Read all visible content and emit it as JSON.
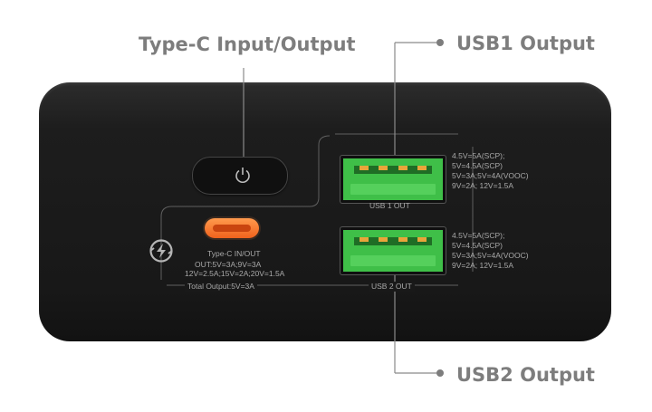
{
  "callouts": {
    "typec": "Type-C Input/Output",
    "usb1": "USB1 Output",
    "usb2": "USB2 Output"
  },
  "ports": {
    "usb1_label": "USB 1 OUT",
    "usb2_label": "USB 2 OUT",
    "typec_label": "Type-C IN/OUT",
    "typec_spec_1": "OUT:5V=3A;9V=3A",
    "typec_spec_2": "12V=2.5A;15V=2A;20V=1.5A",
    "total_output": "Total Output:5V=3A"
  },
  "usb1_specs": [
    "4.5V=5A(SCP);",
    "5V=4.5A(SCP)",
    "5V=3A;5V=4A(VOOC)",
    "9V=2A; 12V=1.5A"
  ],
  "usb2_specs": [
    "4.5V=5A(SCP);",
    "5V=4.5A(SCP)",
    "5V=3A;5V=4A(VOOC)",
    "9V=2A; 12V=1.5A"
  ],
  "icons": {
    "power": "power-icon",
    "fast_charge": "fast-charge-icon"
  },
  "colors": {
    "callout_text": "#7d7d7d",
    "usb_port": "#3fbf48",
    "typec_port": "#f0621d",
    "device_body": "#1b1b1b"
  }
}
